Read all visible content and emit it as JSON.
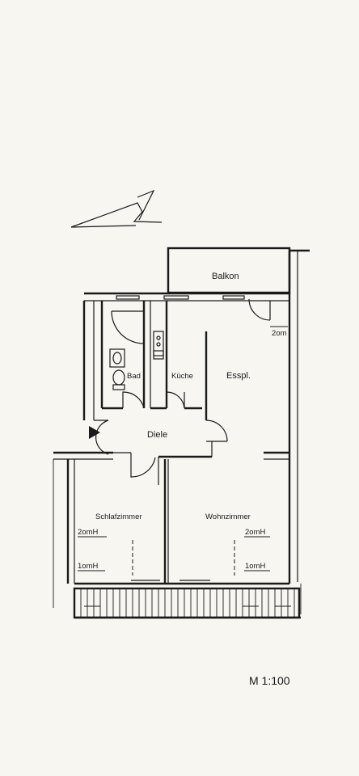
{
  "labels": {
    "balkon": "Balkon",
    "bad": "Bad",
    "kueche": "Küche",
    "esspl": "Esspl.",
    "diele": "Diele",
    "schlafzimmer": "Schlafzimmer",
    "wohnzimmer": "Wohnzimmer",
    "h_2m_esspl": "2om",
    "h_2m_schlaf": "2omH",
    "h_1m_schlaf": "1omH",
    "h_2m_wohn": "2omH",
    "h_1m_wohn": "1omH",
    "scale": "M 1:100"
  }
}
